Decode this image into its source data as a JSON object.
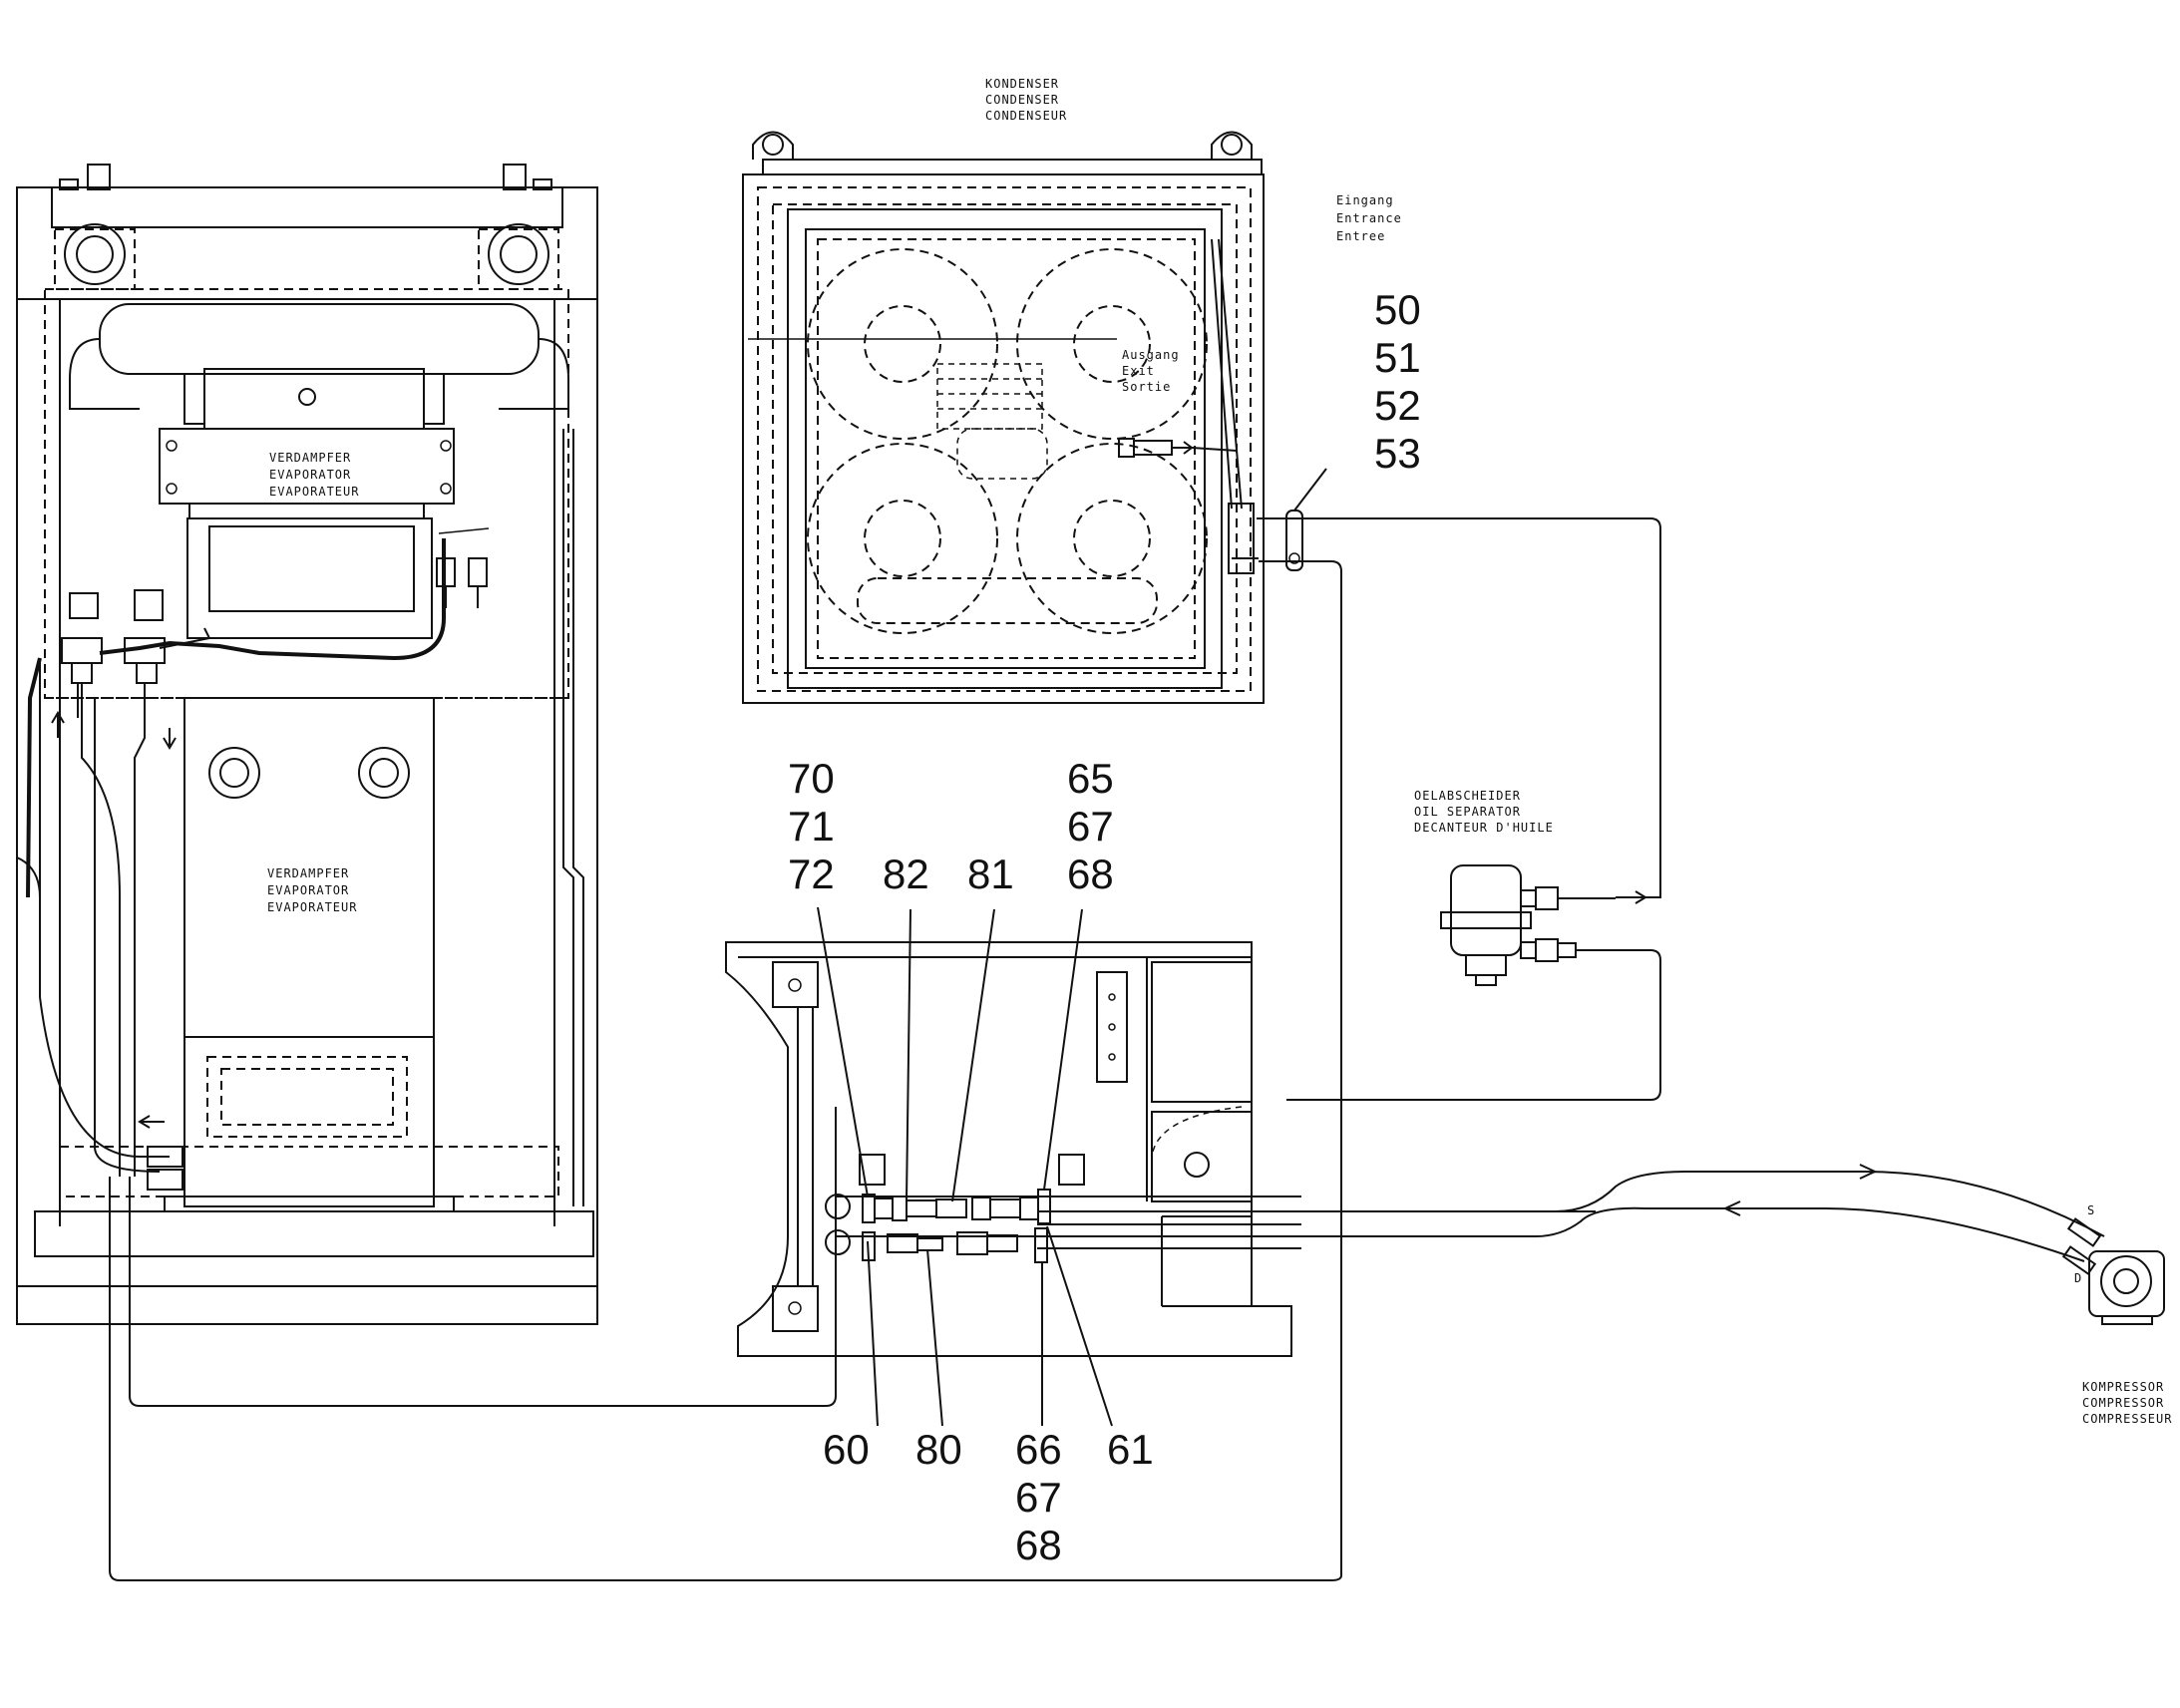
{
  "labels": {
    "condenser": [
      "KONDENSER",
      "CONDENSER",
      "CONDENSEUR"
    ],
    "inlet": [
      "Eingang",
      "Entrance",
      "Entree"
    ],
    "outlet": [
      "Ausgang",
      "Exit",
      "Sortie"
    ],
    "evaporator_top": [
      "VERDAMPFER",
      "EVAPORATOR",
      "EVAPORATEUR"
    ],
    "evaporator_bottom": [
      "VERDAMPFER",
      "EVAPORATOR",
      "EVAPORATEUR"
    ],
    "oil_separator": [
      "OELABSCHEIDER",
      "OIL SEPARATOR",
      "DECANTEUR D'HUILE"
    ],
    "compressor": [
      "KOMPRESSOR",
      "COMPRESSOR",
      "COMPRESSEUR"
    ],
    "port_suction": "S",
    "port_discharge": "D"
  },
  "callouts": {
    "clamp": [
      "50",
      "51",
      "52",
      "53"
    ],
    "left_stack": [
      "70",
      "71",
      "72"
    ],
    "c82": "82",
    "c81": "81",
    "right_stack": [
      "65",
      "67",
      "68"
    ],
    "c60": "60",
    "c80": "80",
    "bottom_stack": [
      "66",
      "67",
      "68"
    ],
    "c61": "61"
  }
}
